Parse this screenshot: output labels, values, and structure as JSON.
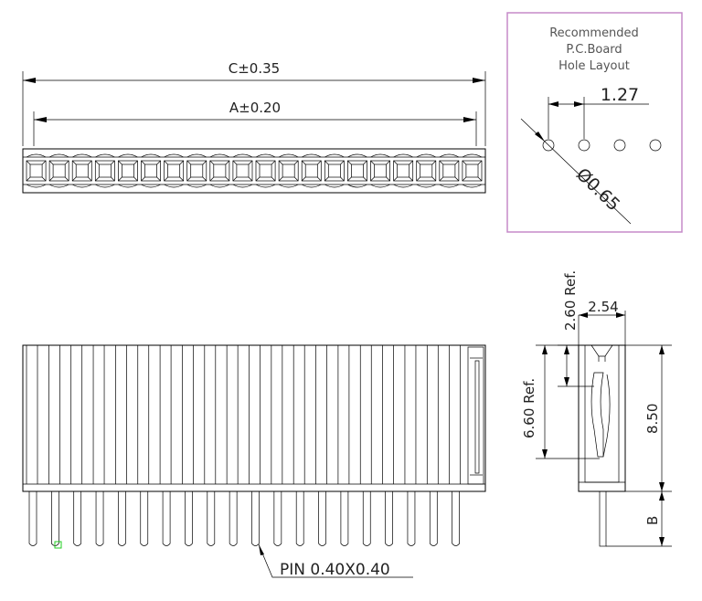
{
  "dimensions": {
    "overall_length": "C±0.35",
    "pin_span": "A±0.20",
    "side_height_ref": "2.60 Ref.",
    "side_width": "2.54",
    "contact_depth_ref": "6.60 Ref.",
    "body_height": "8.50",
    "tail_length": "B",
    "pin_size": "PIN  0.40X0.40"
  },
  "pcb_layout": {
    "title_line1": "Recommended",
    "title_line2": "P.C.Board",
    "title_line3": "Hole  Layout",
    "pitch": "1.27",
    "hole_diameter": "Ø0.65"
  },
  "colors": {
    "line": "#000000",
    "box_border": "#c58ac9",
    "marker": "#22cc22"
  }
}
